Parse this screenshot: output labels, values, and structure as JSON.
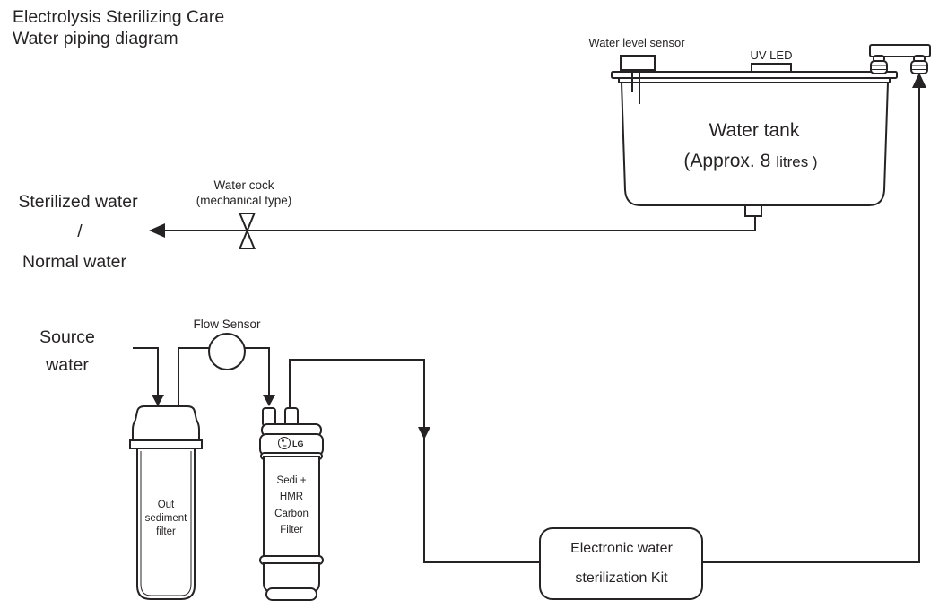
{
  "title": {
    "line1": "Electrolysis Sterilizing Care",
    "line2": "Water piping diagram"
  },
  "tank": {
    "water_level_sensor_label": "Water level sensor",
    "uv_led_label": "UV LED",
    "name_line1": "Water tank",
    "capacity_main": "(Approx. 8",
    "capacity_small": "litres )"
  },
  "outlet": {
    "label_line1": "Sterilized water",
    "label_line2": "/",
    "label_line3": "Normal water",
    "water_cock_line1": "Water cock",
    "water_cock_line2": "(mechanical type)"
  },
  "source": {
    "label_line1": "Source",
    "label_line2": "water",
    "flow_sensor_label": "Flow Sensor"
  },
  "sediment_filter": {
    "label_line1": "Out",
    "label_line2": "sediment",
    "label_line3": "filter"
  },
  "carbon_filter": {
    "brand": "LG",
    "label_line1": "Sedi +",
    "label_line2": "HMR",
    "label_line3": "Carbon",
    "label_line4": "Filter"
  },
  "kit": {
    "label_line1": "Electronic water",
    "label_line2": "sterilization Kit"
  },
  "colors": {
    "ink": "#262324",
    "background": "#ffffff"
  }
}
